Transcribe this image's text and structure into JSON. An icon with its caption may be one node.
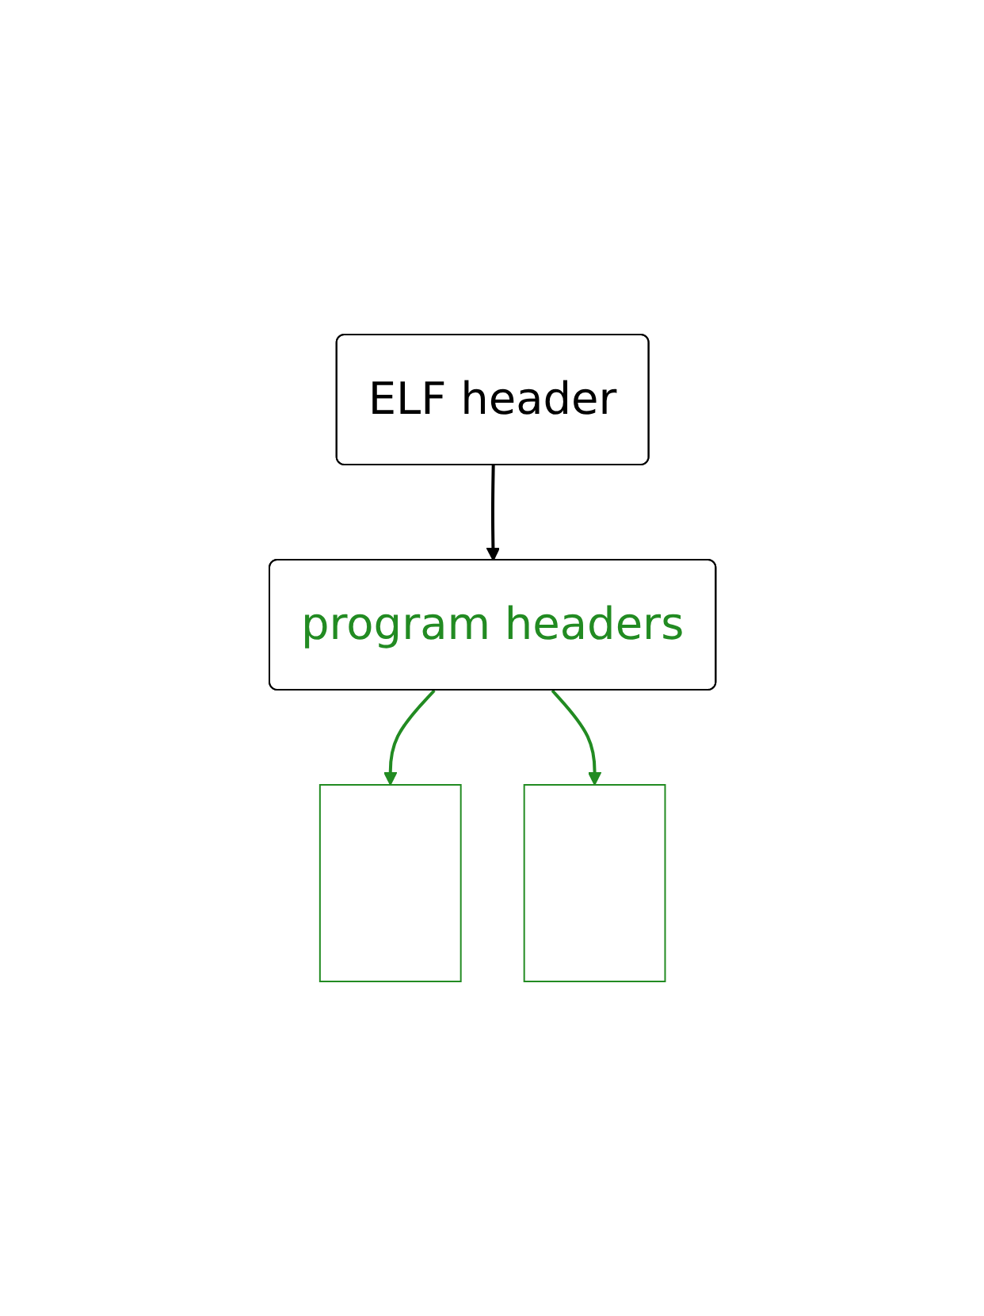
{
  "diagram": {
    "nodes": [
      {
        "text": [
          "ELF header"
        ]
      },
      {
        "text": [
          "program headers"
        ]
      },
      {
        "text": [],
        "shape": "box"
      },
      {
        "text": [],
        "shape": "box"
      }
    ],
    "edges": [
      {
        "from": 0,
        "to": 1,
        "arrow": "to",
        "color": "#000000"
      },
      {
        "from": 1,
        "to": 2,
        "arrow": "to"
      },
      {
        "from": 1,
        "to": 3,
        "arrow": "to"
      }
    ]
  }
}
